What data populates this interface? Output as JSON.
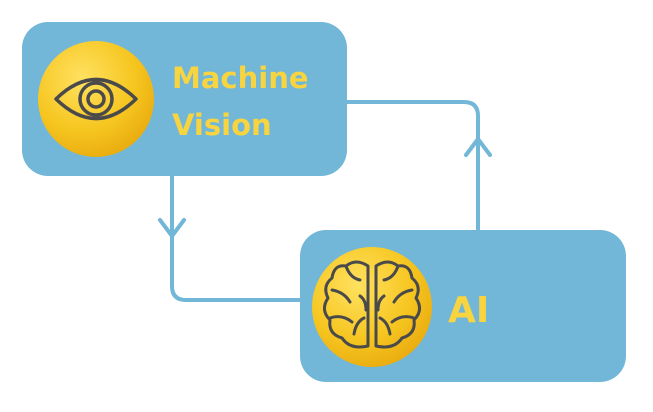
{
  "diagram": {
    "nodes": {
      "vision": {
        "line1": "Machine",
        "line2": "Vision",
        "icon": "eye-icon"
      },
      "ai": {
        "label": "AI",
        "icon": "brain-icon"
      }
    },
    "edges": [
      {
        "from": "vision",
        "to": "ai"
      },
      {
        "from": "ai",
        "to": "vision"
      }
    ]
  },
  "colors": {
    "box": "#72b7d7",
    "text": "#f7d440",
    "icon_fill": "#f3c01f",
    "icon_stroke": "#4a4a4a"
  }
}
